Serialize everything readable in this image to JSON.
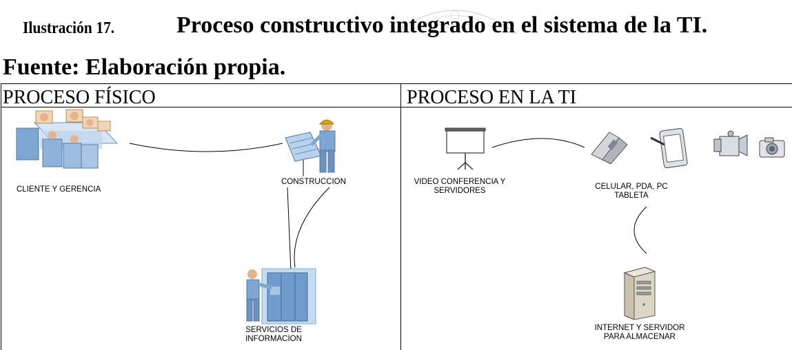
{
  "caption": {
    "label": "Ilustración 17.",
    "title": "Proceso constructivo integrado en el sistema de la TI.",
    "source": "Fuente: Elaboración propia."
  },
  "table": {
    "left_header": "PROCESO FÍSICO",
    "right_header": "PROCESO EN LA TI"
  },
  "physical": {
    "client_label": "CLIENTE Y GERENCIA",
    "construction_label": "CONSTRUCCION",
    "info_label_line1": "SERVICIOS DE",
    "info_label_line2": "INFORMACION"
  },
  "it": {
    "video_label_line1": "VIDEO CONFERENCIA Y",
    "video_label_line2": "SERVIDORES",
    "devices_label_line1": "CELULAR, PDA, PC",
    "devices_label_line2": "TABLETA",
    "server_label_line1": "INTERNET Y SERVIDOR",
    "server_label_line2": "PARA ALMACENAR"
  },
  "icons": {
    "seal": "university-seal-watermark",
    "meeting": "meeting-table-icon",
    "builder": "construction-worker-icon",
    "info": "information-services-icon",
    "screen": "projection-screen-icon",
    "phone": "flip-phone-icon",
    "pda": "pda-icon",
    "camcorder": "camcorder-icon",
    "camera": "camera-icon",
    "server": "server-tower-icon"
  }
}
